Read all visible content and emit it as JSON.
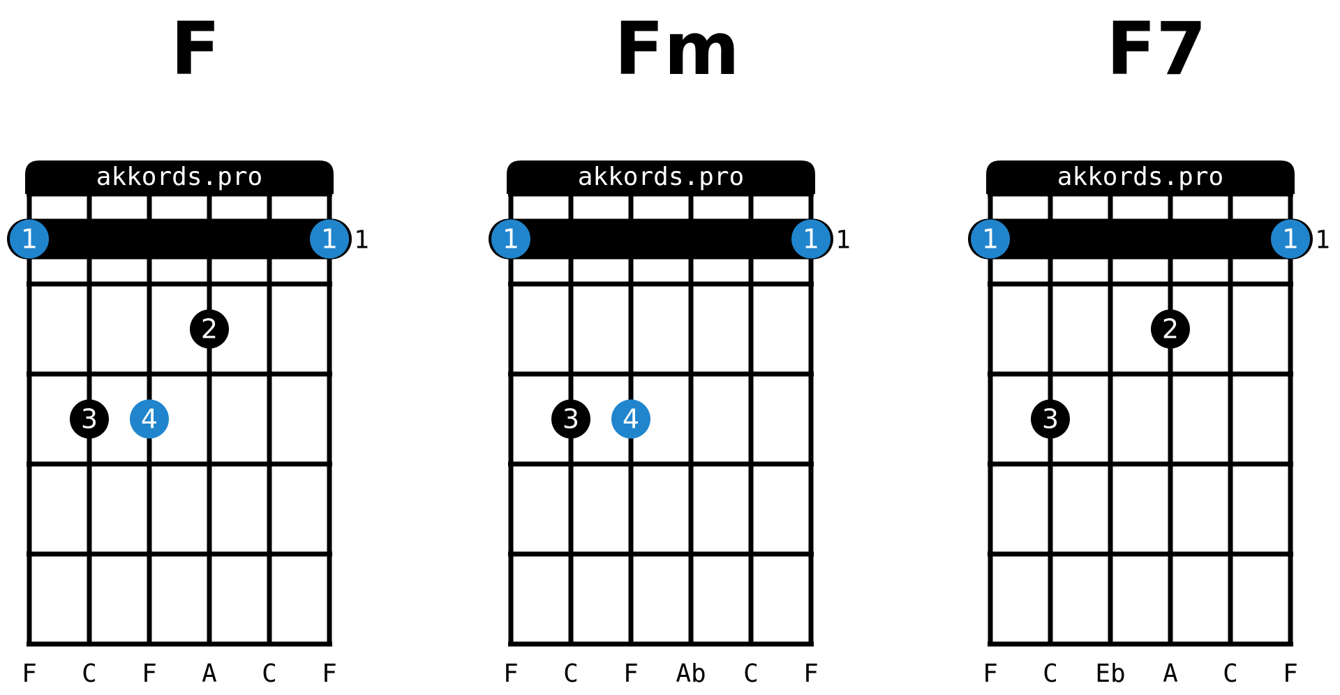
{
  "colors": {
    "ink": "#000000",
    "accent": "#2185cd",
    "background": "#ffffff",
    "dot_text": "#ffffff"
  },
  "fret_count": 5,
  "chords": [
    {
      "name": "F",
      "header": "akkords.pro",
      "barre": {
        "fret": 1,
        "from_string": 1,
        "to_string": 6,
        "finger": "1",
        "fret_label": "1"
      },
      "dots": [
        {
          "string": 4,
          "fret": 2,
          "finger": "2",
          "highlight": false
        },
        {
          "string": 2,
          "fret": 3,
          "finger": "3",
          "highlight": false
        },
        {
          "string": 3,
          "fret": 3,
          "finger": "4",
          "highlight": true
        }
      ],
      "notes": [
        "F",
        "C",
        "F",
        "A",
        "C",
        "F"
      ]
    },
    {
      "name": "Fm",
      "header": "akkords.pro",
      "barre": {
        "fret": 1,
        "from_string": 1,
        "to_string": 6,
        "finger": "1",
        "fret_label": "1"
      },
      "dots": [
        {
          "string": 2,
          "fret": 3,
          "finger": "3",
          "highlight": false
        },
        {
          "string": 3,
          "fret": 3,
          "finger": "4",
          "highlight": true
        }
      ],
      "notes": [
        "F",
        "C",
        "F",
        "Ab",
        "C",
        "F"
      ]
    },
    {
      "name": "F7",
      "header": "akkords.pro",
      "barre": {
        "fret": 1,
        "from_string": 1,
        "to_string": 6,
        "finger": "1",
        "fret_label": "1"
      },
      "dots": [
        {
          "string": 4,
          "fret": 2,
          "finger": "2",
          "highlight": false
        },
        {
          "string": 2,
          "fret": 3,
          "finger": "3",
          "highlight": false
        }
      ],
      "notes": [
        "F",
        "C",
        "Eb",
        "A",
        "C",
        "F"
      ]
    }
  ]
}
